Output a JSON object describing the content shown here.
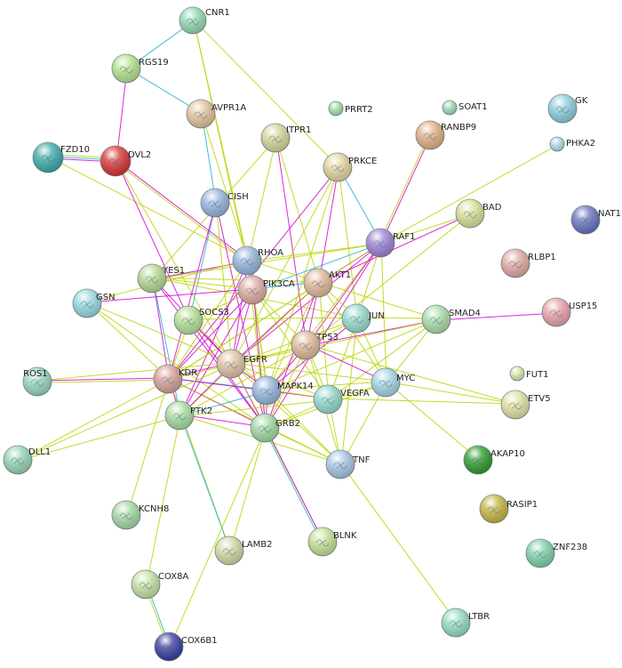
{
  "colors": {
    "coexpression": "#c3d400",
    "experimental": "#d400d4",
    "database": "#22b0d0",
    "textmining": "#b8d400",
    "label": "#222222"
  },
  "nodes": [
    {
      "id": "CNR1",
      "label": "CNR1",
      "color": "#8fd8b0"
    },
    {
      "id": "RGS19",
      "label": "RGS19",
      "color": "#b4e28c"
    },
    {
      "id": "AVPR1A",
      "label": "AVPR1A",
      "color": "#e0c39a"
    },
    {
      "id": "PRRT2",
      "label": "PRRT2",
      "color": "#9fe0a0"
    },
    {
      "id": "SOAT1",
      "label": "SOAT1",
      "color": "#9fd8b8"
    },
    {
      "id": "GK",
      "label": "GK",
      "color": "#8ccde0"
    },
    {
      "id": "PHKA2",
      "label": "PHKA2",
      "color": "#b0d8ec"
    },
    {
      "id": "RANBP9",
      "label": "RANBP9",
      "color": "#e0ae82"
    },
    {
      "id": "ITPR1",
      "label": "ITPR1",
      "color": "#d4d49a"
    },
    {
      "id": "FZD10",
      "label": "FZD10",
      "color": "#3aa8a8"
    },
    {
      "id": "DVL2",
      "label": "DVL2",
      "color": "#d83030"
    },
    {
      "id": "PRKCE",
      "label": "PRKCE",
      "color": "#e4d4a0"
    },
    {
      "id": "CISH",
      "label": "CISH",
      "color": "#94b4dc"
    },
    {
      "id": "BAD",
      "label": "BAD",
      "color": "#d8e094"
    },
    {
      "id": "NAT1",
      "label": "NAT1",
      "color": "#6670c0"
    },
    {
      "id": "RAF1",
      "label": "RAF1",
      "color": "#9a80d8"
    },
    {
      "id": "RHOA",
      "label": "RHOA",
      "color": "#94b4dc"
    },
    {
      "id": "RLBP1",
      "label": "RLBP1",
      "color": "#e0a8a0"
    },
    {
      "id": "YES1",
      "label": "YES1",
      "color": "#b4d890"
    },
    {
      "id": "PIK3CA",
      "label": "PIK3CA",
      "color": "#e0a8a0"
    },
    {
      "id": "AKT1",
      "label": "AKT1",
      "color": "#e0b898"
    },
    {
      "id": "USP15",
      "label": "USP15",
      "color": "#e8a0a8"
    },
    {
      "id": "GSN",
      "label": "GSN",
      "color": "#94d8e0"
    },
    {
      "id": "SOCS3",
      "label": "SOCS3",
      "color": "#b4e094"
    },
    {
      "id": "JUN",
      "label": "JUN",
      "color": "#94dccc"
    },
    {
      "id": "SMAD4",
      "label": "SMAD4",
      "color": "#a8dca8"
    },
    {
      "id": "TP53",
      "label": "TP53",
      "color": "#e0b898"
    },
    {
      "id": "ROS1",
      "label": "ROS1",
      "color": "#94d4bc"
    },
    {
      "id": "KDR",
      "label": "KDR",
      "color": "#d8a098"
    },
    {
      "id": "EGFR",
      "label": "EGFR",
      "color": "#e0c0a4"
    },
    {
      "id": "FUT1",
      "label": "FUT1",
      "color": "#d4e8a4"
    },
    {
      "id": "MAPK14",
      "label": "MAPK14",
      "color": "#94b4dc"
    },
    {
      "id": "MYC",
      "label": "MYC",
      "color": "#a4d4e4"
    },
    {
      "id": "VEGFA",
      "label": "VEGFA",
      "color": "#94d8cc"
    },
    {
      "id": "ETV5",
      "label": "ETV5",
      "color": "#e0e0a4"
    },
    {
      "id": "PTK2",
      "label": "PTK2",
      "color": "#a8dca0"
    },
    {
      "id": "GRB2",
      "label": "GRB2",
      "color": "#a0d8a0"
    },
    {
      "id": "DLL1",
      "label": "DLL1",
      "color": "#94d4b4"
    },
    {
      "id": "TNF",
      "label": "TNF",
      "color": "#a4c4e4"
    },
    {
      "id": "AKAP10",
      "label": "AKAP10",
      "color": "#2a9a2a"
    },
    {
      "id": "RASIP1",
      "label": "RASIP1",
      "color": "#c4b440"
    },
    {
      "id": "KCNH8",
      "label": "KCNH8",
      "color": "#a4d8a4"
    },
    {
      "id": "ZNF238",
      "label": "ZNF238",
      "color": "#7cd0a8"
    },
    {
      "id": "LAMB2",
      "label": "LAMB2",
      "color": "#d0d8a4"
    },
    {
      "id": "BLNK",
      "label": "BLNK",
      "color": "#c4e094"
    },
    {
      "id": "COX8A",
      "label": "COX8A",
      "color": "#c4e0a4"
    },
    {
      "id": "LTBR",
      "label": "LTBR",
      "color": "#94dcc0"
    },
    {
      "id": "COX6B1",
      "label": "COX6B1",
      "color": "#343aa0"
    }
  ],
  "edges": [
    [
      "CNR1",
      "RGS19",
      "database"
    ],
    [
      "CNR1",
      "PRKCE",
      "textmining"
    ],
    [
      "CNR1",
      "RHOA",
      "textmining"
    ],
    [
      "CNR1",
      "PIK3CA",
      "textmining"
    ],
    [
      "RGS19",
      "AVPR1A",
      "database"
    ],
    [
      "RGS19",
      "DVL2",
      "experimental"
    ],
    [
      "AVPR1A",
      "CISH",
      "database"
    ],
    [
      "AVPR1A",
      "RHOA",
      "textmining"
    ],
    [
      "DVL2",
      "FZD10",
      "experimental"
    ],
    [
      "DVL2",
      "FZD10",
      "database"
    ],
    [
      "DVL2",
      "FZD10",
      "textmining"
    ],
    [
      "FZD10",
      "RHOA",
      "textmining"
    ],
    [
      "DVL2",
      "RHOA",
      "experimental"
    ],
    [
      "DVL2",
      "RHOA",
      "textmining"
    ],
    [
      "DVL2",
      "SOCS3",
      "experimental"
    ],
    [
      "DVL2",
      "EGFR",
      "textmining"
    ],
    [
      "ITPR1",
      "AKT1",
      "textmining"
    ],
    [
      "ITPR1",
      "RHOA",
      "textmining"
    ],
    [
      "ITPR1",
      "TP53",
      "experimental"
    ],
    [
      "ITPR1",
      "YES1",
      "textmining"
    ],
    [
      "RANBP9",
      "RAF1",
      "experimental"
    ],
    [
      "RANBP9",
      "RAF1",
      "textmining"
    ],
    [
      "PHKA2",
      "RAF1",
      "textmining"
    ],
    [
      "BAD",
      "RAF1",
      "textmining"
    ],
    [
      "BAD",
      "AKT1",
      "experimental"
    ],
    [
      "BAD",
      "TP53",
      "textmining"
    ],
    [
      "USP15",
      "SMAD4",
      "experimental"
    ],
    [
      "PRKCE",
      "RAF1",
      "database"
    ],
    [
      "PRKCE",
      "AKT1",
      "experimental"
    ],
    [
      "PRKCE",
      "EGFR",
      "textmining"
    ],
    [
      "PRKCE",
      "MAPK14",
      "textmining"
    ],
    [
      "PRKCE",
      "KDR",
      "experimental"
    ],
    [
      "PRKCE",
      "JUN",
      "textmining"
    ],
    [
      "CISH",
      "SOCS3",
      "database"
    ],
    [
      "CISH",
      "EGFR",
      "textmining"
    ],
    [
      "CISH",
      "KDR",
      "experimental"
    ],
    [
      "CISH",
      "GRB2",
      "experimental"
    ],
    [
      "RAF1",
      "RHOA",
      "textmining"
    ],
    [
      "RAF1",
      "AKT1",
      "experimental"
    ],
    [
      "RAF1",
      "PIK3CA",
      "database"
    ],
    [
      "RAF1",
      "EGFR",
      "experimental"
    ],
    [
      "RAF1",
      "MAPK14",
      "textmining"
    ],
    [
      "RAF1",
      "JUN",
      "textmining"
    ],
    [
      "RAF1",
      "GRB2",
      "experimental"
    ],
    [
      "RAF1",
      "YES1",
      "textmining"
    ],
    [
      "RAF1",
      "TP53",
      "experimental"
    ],
    [
      "RAF1",
      "MYC",
      "textmining"
    ],
    [
      "RAF1",
      "KDR",
      "textmining"
    ],
    [
      "RHOA",
      "YES1",
      "experimental"
    ],
    [
      "RHOA",
      "PIK3CA",
      "database"
    ],
    [
      "RHOA",
      "AKT1",
      "textmining"
    ],
    [
      "RHOA",
      "EGFR",
      "experimental"
    ],
    [
      "RHOA",
      "PTK2",
      "experimental"
    ],
    [
      "RHOA",
      "GRB2",
      "textmining"
    ],
    [
      "RHOA",
      "MAPK14",
      "textmining"
    ],
    [
      "RHOA",
      "KDR",
      "textmining"
    ],
    [
      "YES1",
      "KDR",
      "experimental"
    ],
    [
      "YES1",
      "EGFR",
      "experimental"
    ],
    [
      "YES1",
      "PTK2",
      "database"
    ],
    [
      "YES1",
      "GRB2",
      "experimental"
    ],
    [
      "YES1",
      "PIK3CA",
      "textmining"
    ],
    [
      "YES1",
      "AKT1",
      "textmining"
    ],
    [
      "YES1",
      "JUN",
      "textmining"
    ],
    [
      "PIK3CA",
      "AKT1",
      "database"
    ],
    [
      "PIK3CA",
      "EGFR",
      "experimental"
    ],
    [
      "PIK3CA",
      "KDR",
      "experimental"
    ],
    [
      "PIK3CA",
      "GRB2",
      "experimental"
    ],
    [
      "PIK3CA",
      "PTK2",
      "experimental"
    ],
    [
      "PIK3CA",
      "MAPK14",
      "textmining"
    ],
    [
      "PIK3CA",
      "TP53",
      "textmining"
    ],
    [
      "PIK3CA",
      "VEGFA",
      "textmining"
    ],
    [
      "PIK3CA",
      "SOCS3",
      "textmining"
    ],
    [
      "AKT1",
      "TP53",
      "experimental"
    ],
    [
      "AKT1",
      "EGFR",
      "experimental"
    ],
    [
      "AKT1",
      "MAPK14",
      "textmining"
    ],
    [
      "AKT1",
      "VEGFA",
      "textmining"
    ],
    [
      "AKT1",
      "GRB2",
      "experimental"
    ],
    [
      "AKT1",
      "MYC",
      "textmining"
    ],
    [
      "AKT1",
      "KDR",
      "textmining"
    ],
    [
      "AKT1",
      "PTK2",
      "textmining"
    ],
    [
      "AKT1",
      "JUN",
      "textmining"
    ],
    [
      "AKT1",
      "SMAD4",
      "textmining"
    ],
    [
      "GSN",
      "KDR",
      "textmining"
    ],
    [
      "GSN",
      "EGFR",
      "textmining"
    ],
    [
      "GSN",
      "RHOA",
      "textmining"
    ],
    [
      "GSN",
      "GRB2",
      "textmining"
    ],
    [
      "GSN",
      "PIK3CA",
      "experimental"
    ],
    [
      "SOCS3",
      "EGFR",
      "experimental"
    ],
    [
      "SOCS3",
      "KDR",
      "textmining"
    ],
    [
      "SOCS3",
      "GRB2",
      "experimental"
    ],
    [
      "SOCS3",
      "MAPK14",
      "textmining"
    ],
    [
      "SOCS3",
      "JUN",
      "textmining"
    ],
    [
      "JUN",
      "TP53",
      "textmining"
    ],
    [
      "JUN",
      "MYC",
      "textmining"
    ],
    [
      "JUN",
      "MAPK14",
      "experimental"
    ],
    [
      "JUN",
      "EGFR",
      "textmining"
    ],
    [
      "JUN",
      "VEGFA",
      "textmining"
    ],
    [
      "JUN",
      "SMAD4",
      "textmining"
    ],
    [
      "JUN",
      "TNF",
      "textmining"
    ],
    [
      "SMAD4",
      "TP53",
      "experimental"
    ],
    [
      "SMAD4",
      "MYC",
      "textmining"
    ],
    [
      "SMAD4",
      "EGFR",
      "textmining"
    ],
    [
      "SMAD4",
      "VEGFA",
      "textmining"
    ],
    [
      "SMAD4",
      "MAPK14",
      "textmining"
    ],
    [
      "TP53",
      "MYC",
      "experimental"
    ],
    [
      "TP53",
      "EGFR",
      "textmining"
    ],
    [
      "TP53",
      "MAPK14",
      "experimental"
    ],
    [
      "TP53",
      "VEGFA",
      "textmining"
    ],
    [
      "TP53",
      "GRB2",
      "textmining"
    ],
    [
      "TP53",
      "TNF",
      "textmining"
    ],
    [
      "TP53",
      "KDR",
      "textmining"
    ],
    [
      "TP53",
      "PTK2",
      "textmining"
    ],
    [
      "TP53",
      "ETV5",
      "textmining"
    ],
    [
      "ROS1",
      "KDR",
      "experimental"
    ],
    [
      "ROS1",
      "KDR",
      "textmining"
    ],
    [
      "ROS1",
      "EGFR",
      "textmining"
    ],
    [
      "KDR",
      "EGFR",
      "experimental"
    ],
    [
      "KDR",
      "PTK2",
      "experimental"
    ],
    [
      "KDR",
      "GRB2",
      "experimental"
    ],
    [
      "KDR",
      "MAPK14",
      "database"
    ],
    [
      "KDR",
      "VEGFA",
      "experimental"
    ],
    [
      "KDR",
      "DLL1",
      "textmining"
    ],
    [
      "KDR",
      "LAMB2",
      "textmining"
    ],
    [
      "KDR",
      "TNF",
      "textmining"
    ],
    [
      "EGFR",
      "MAPK14",
      "experimental"
    ],
    [
      "EGFR",
      "GRB2",
      "experimental"
    ],
    [
      "EGFR",
      "PTK2",
      "experimental"
    ],
    [
      "EGFR",
      "VEGFA",
      "textmining"
    ],
    [
      "EGFR",
      "MYC",
      "textmining"
    ],
    [
      "EGFR",
      "TNF",
      "textmining"
    ],
    [
      "EGFR",
      "BLNK",
      "textmining"
    ],
    [
      "EGFR",
      "DLL1",
      "textmining"
    ],
    [
      "MAPK14",
      "GRB2",
      "experimental"
    ],
    [
      "MAPK14",
      "VEGFA",
      "textmining"
    ],
    [
      "MAPK14",
      "MYC",
      "textmining"
    ],
    [
      "MAPK14",
      "TNF",
      "textmining"
    ],
    [
      "MAPK14",
      "PTK2",
      "database"
    ],
    [
      "MYC",
      "VEGFA",
      "textmining"
    ],
    [
      "MYC",
      "ETV5",
      "textmining"
    ],
    [
      "MYC",
      "AKAP10",
      "textmining"
    ],
    [
      "MYC",
      "TNF",
      "textmining"
    ],
    [
      "MYC",
      "GRB2",
      "textmining"
    ],
    [
      "VEGFA",
      "GRB2",
      "textmining"
    ],
    [
      "VEGFA",
      "TNF",
      "textmining"
    ],
    [
      "VEGFA",
      "PTK2",
      "textmining"
    ],
    [
      "VEGFA",
      "ETV5",
      "textmining"
    ],
    [
      "PTK2",
      "GRB2",
      "experimental"
    ],
    [
      "PTK2",
      "LAMB2",
      "database"
    ],
    [
      "PTK2",
      "DLL1",
      "textmining"
    ],
    [
      "PTK2",
      "COX8A",
      "textmining"
    ],
    [
      "PTK2",
      "TNF",
      "textmining"
    ],
    [
      "GRB2",
      "BLNK",
      "experimental"
    ],
    [
      "GRB2",
      "BLNK",
      "database"
    ],
    [
      "GRB2",
      "TNF",
      "textmining"
    ],
    [
      "GRB2",
      "LAMB2",
      "textmining"
    ],
    [
      "GRB2",
      "COX6B1",
      "textmining"
    ],
    [
      "TNF",
      "LTBR",
      "textmining"
    ],
    [
      "KDR",
      "KCNH8",
      "textmining"
    ],
    [
      "COX8A",
      "COX6B1",
      "database"
    ],
    [
      "COX8A",
      "COX6B1",
      "coexpression"
    ]
  ]
}
